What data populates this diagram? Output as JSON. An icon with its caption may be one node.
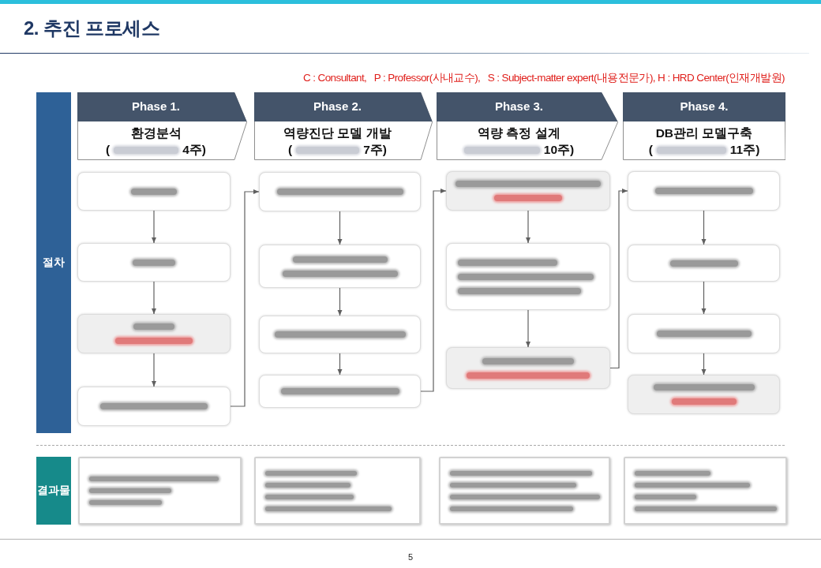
{
  "diagram": {
    "title": "2. 추진 프로세스",
    "nodes": [
      {
        "text": [
          "절차"
        ]
      },
      {
        "text": [
          "Phase 1.",
          "환경분석",
          "(",
          "4주)"
        ]
      },
      {
        "text": [
          "Phase 2.",
          "역량진단 모델 개발",
          "(",
          "7주)"
        ]
      },
      {
        "text": [
          "Phase 3.",
          "역량 측정 설계",
          "10주)"
        ]
      },
      {
        "text": [
          "Phase 4.",
          "DB관리 모델구축",
          "(",
          "11주)"
        ]
      },
      {
        "text": [],
        "shape": "box"
      },
      {
        "text": [],
        "shape": "box"
      },
      {
        "text": [],
        "shape": "box"
      },
      {
        "text": [],
        "shape": "box"
      },
      {
        "text": [],
        "shape": "box"
      },
      {
        "text": [],
        "shape": "box"
      },
      {
        "text": [],
        "shape": "box"
      },
      {
        "text": [],
        "shape": "box"
      },
      {
        "text": [],
        "shape": "box"
      },
      {
        "text": [],
        "shape": "box"
      },
      {
        "text": [],
        "shape": "box"
      },
      {
        "text": [],
        "shape": "box"
      },
      {
        "text": [],
        "shape": "box"
      },
      {
        "text": [],
        "shape": "box"
      },
      {
        "text": [],
        "shape": "box"
      },
      {
        "text": [
          "결과물"
        ]
      },
      {
        "text": [],
        "shape": "box"
      },
      {
        "text": [],
        "shape": "box"
      },
      {
        "text": [],
        "shape": "box"
      },
      {
        "text": [],
        "shape": "box"
      }
    ],
    "edges": [
      {
        "from": 5,
        "to": 6,
        "arrow": "to"
      },
      {
        "from": 6,
        "to": 7,
        "arrow": "to"
      },
      {
        "from": 7,
        "to": 8,
        "arrow": "to"
      },
      {
        "from": 8,
        "to": 9,
        "arrow": "to"
      },
      {
        "from": 9,
        "to": 10,
        "arrow": "to"
      },
      {
        "from": 10,
        "to": 11,
        "arrow": "to"
      },
      {
        "from": 11,
        "to": 12,
        "arrow": "to"
      },
      {
        "from": 12,
        "to": 13,
        "arrow": "to"
      },
      {
        "from": 13,
        "to": 14,
        "arrow": "to"
      },
      {
        "from": 14,
        "to": 15,
        "arrow": "to"
      },
      {
        "from": 15,
        "to": 16,
        "arrow": "to"
      },
      {
        "from": 16,
        "to": 17,
        "arrow": "to"
      },
      {
        "from": 17,
        "to": 18,
        "arrow": "to"
      },
      {
        "from": 18,
        "to": 19,
        "arrow": "to"
      }
    ],
    "labels": [
      "C : Consultant,   P : Professor(사내교수),   S : Subject-matter expert(내용전문가), H : HRD Center(인재개발원)",
      "5"
    ]
  }
}
